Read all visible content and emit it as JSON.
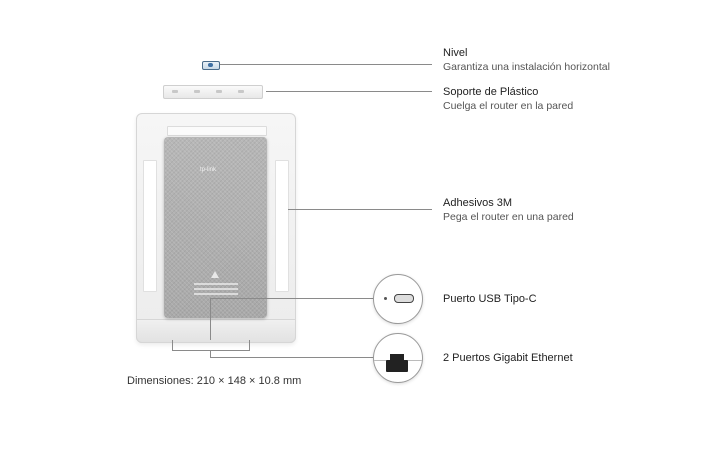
{
  "callouts": [
    {
      "title": "Nivel",
      "desc": "Garantiza una instalación horizontal"
    },
    {
      "title": "Soporte de Plástico",
      "desc": "Cuelga el router en la pared"
    },
    {
      "title": "Adhesivos 3M",
      "desc": "Pega el router en una pared"
    },
    {
      "title": "Puerto USB Tipo-C",
      "desc": ""
    },
    {
      "title": "2 Puertos Gigabit Ethernet",
      "desc": ""
    }
  ],
  "router_logo": "tp-link",
  "dimensions": "Dimensiones: 210 × 148 × 10.8 mm"
}
